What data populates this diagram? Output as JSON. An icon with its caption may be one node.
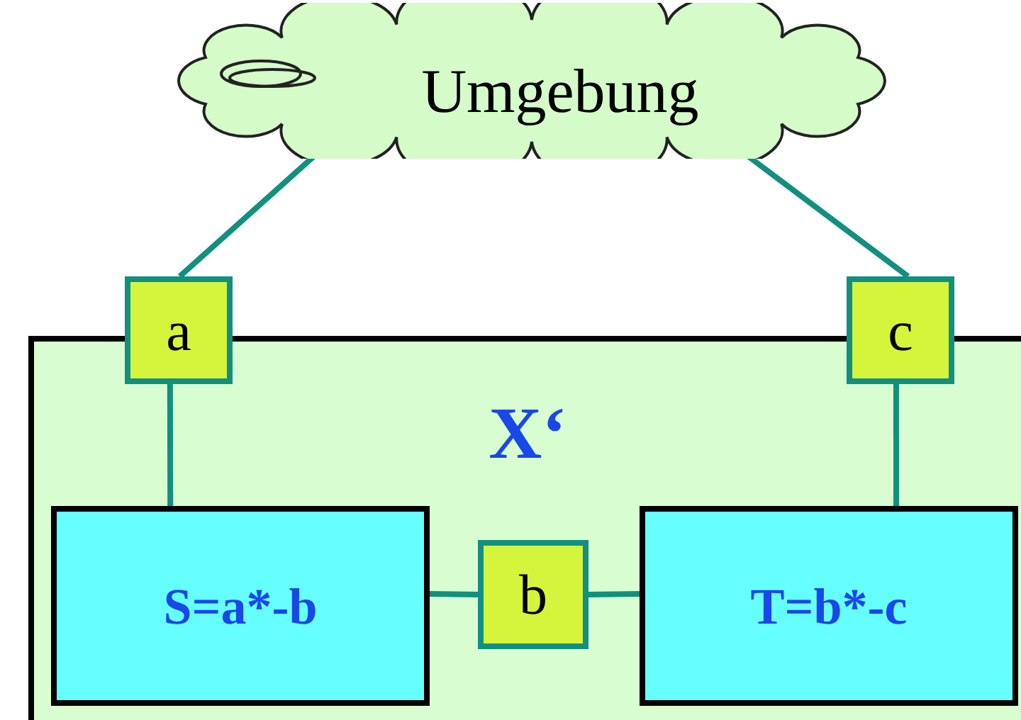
{
  "diagram": {
    "nodes": [
      {
        "text": [
          "Umgebung"
        ]
      },
      {
        "text": [
          "X‘"
        ]
      },
      {
        "text": [
          "a"
        ]
      },
      {
        "text": [
          "c"
        ]
      },
      {
        "text": [
          "S=a*-b"
        ],
        "in": 1
      },
      {
        "text": [
          "b"
        ],
        "in": 1
      },
      {
        "text": [
          "T=b*-c"
        ],
        "in": 1
      }
    ],
    "edges": [
      {
        "from": 0,
        "to": 2,
        "arrow": "none"
      },
      {
        "from": 0,
        "to": 3,
        "arrow": "none"
      },
      {
        "from": 2,
        "to": 4,
        "arrow": "none"
      },
      {
        "from": 3,
        "to": 6,
        "arrow": "none"
      },
      {
        "from": 4,
        "to": 5,
        "arrow": "none"
      },
      {
        "from": 5,
        "to": 6,
        "arrow": "none"
      }
    ]
  }
}
